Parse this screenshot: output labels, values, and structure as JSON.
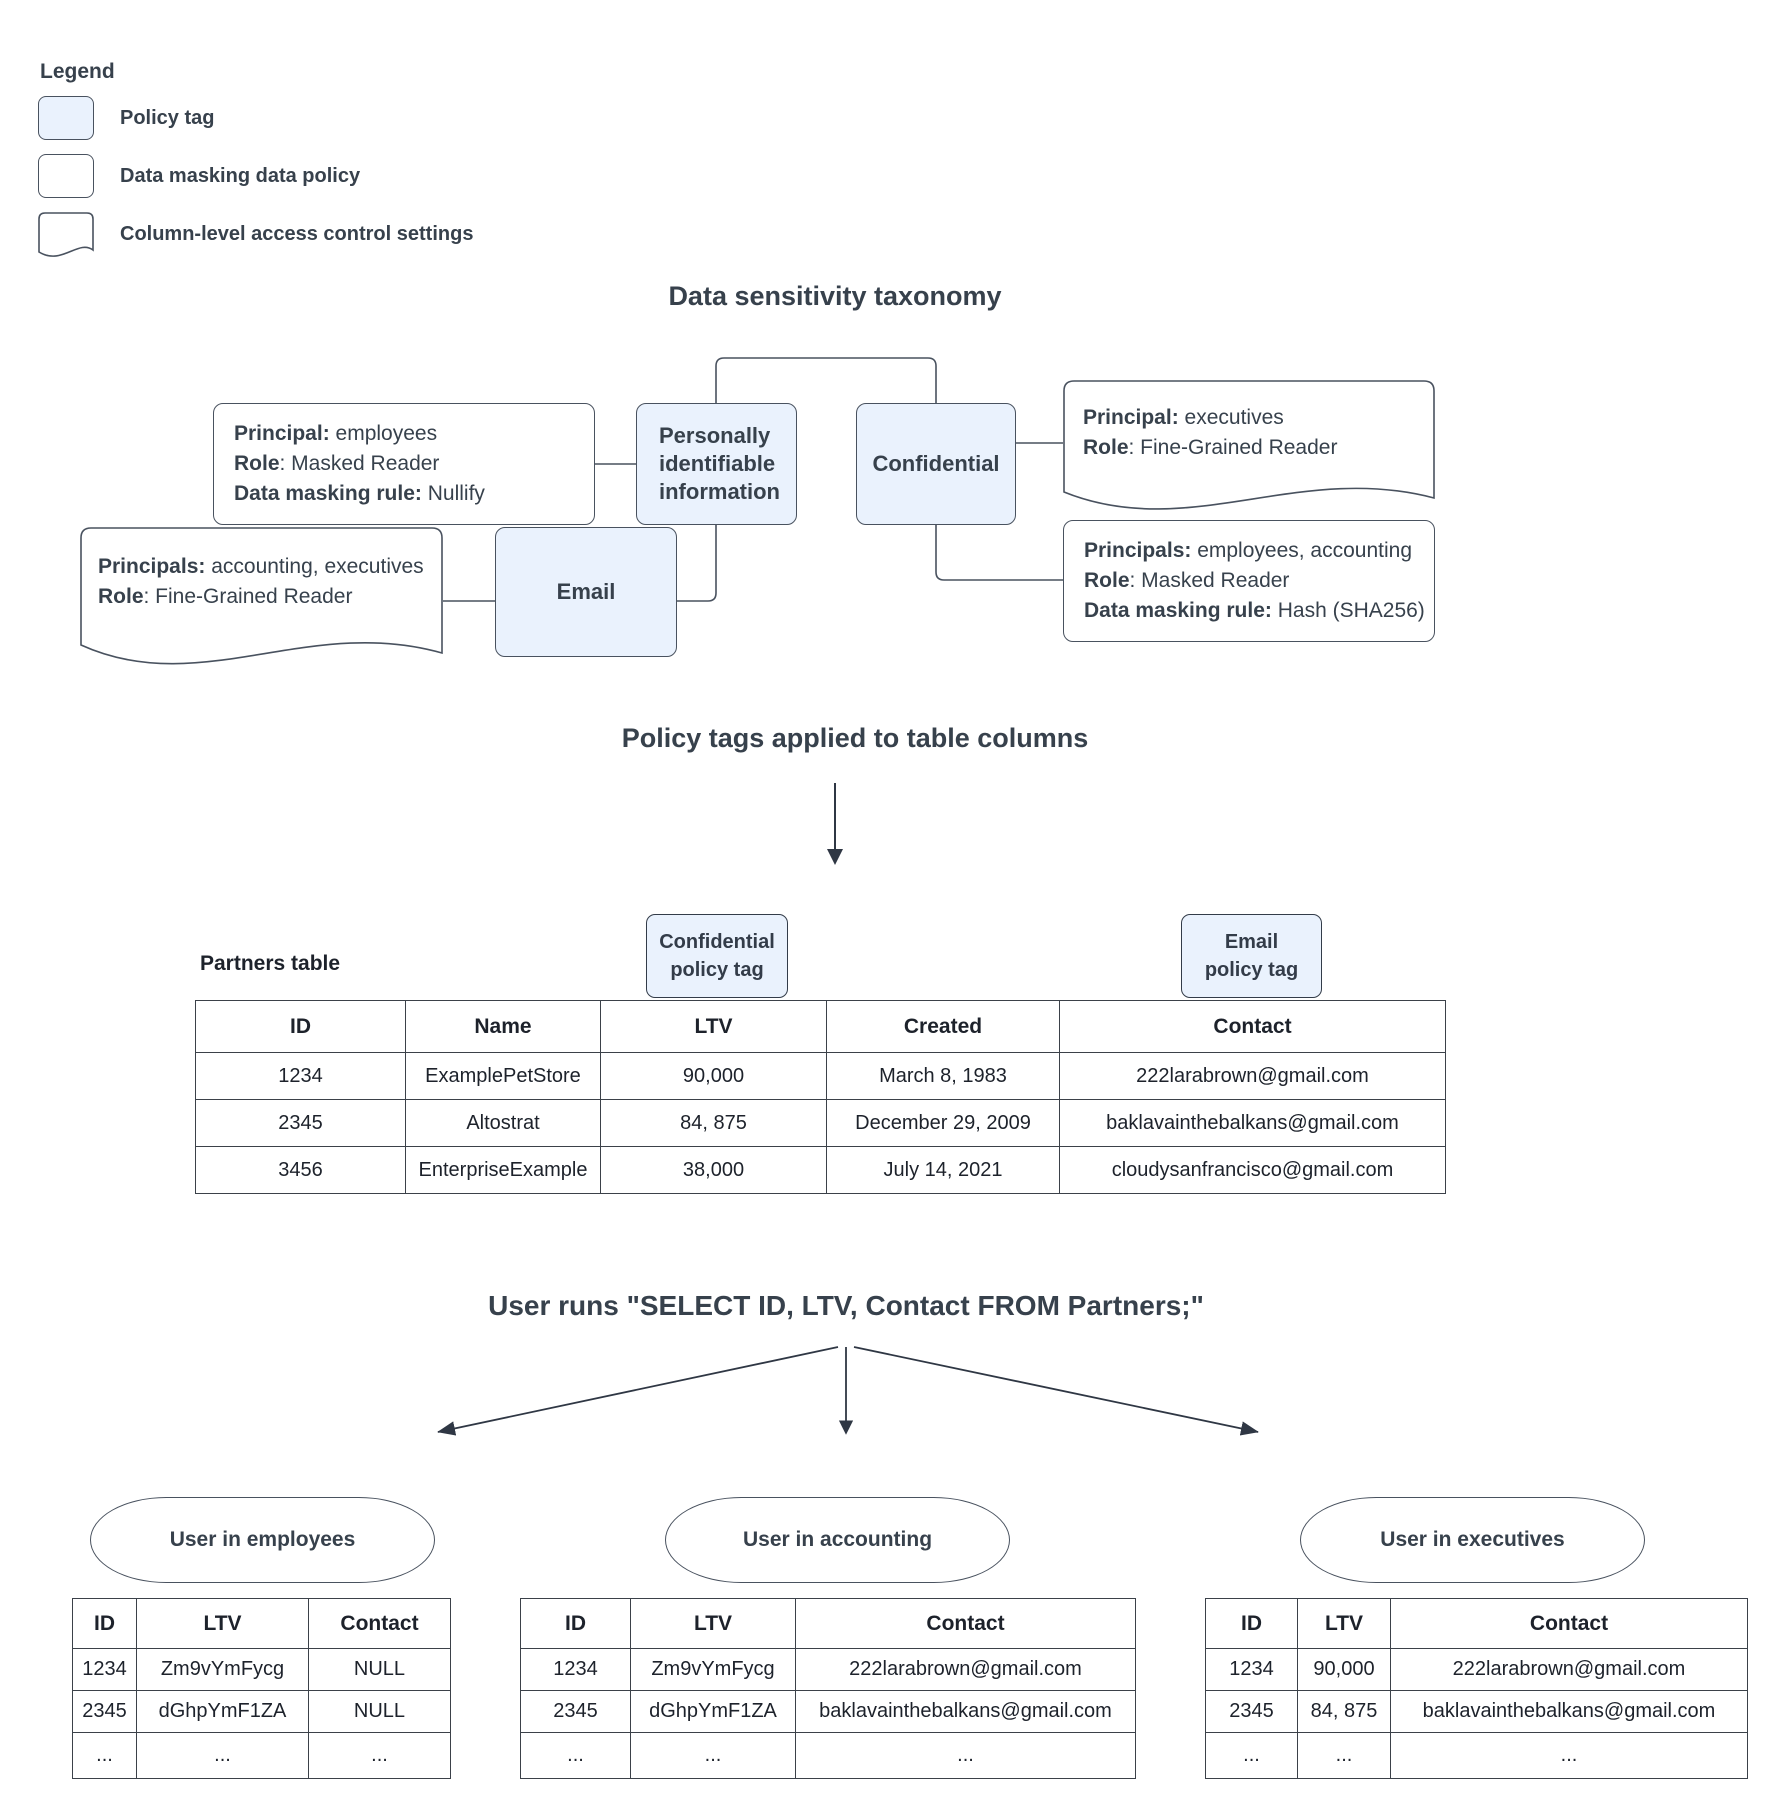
{
  "colors": {
    "policy_tag_fill": "#eaf2fd",
    "shape_stroke": "#49525f",
    "text": "#37414c"
  },
  "legend": {
    "title": "Legend",
    "items": [
      {
        "swatch": "policy-tag-swatch",
        "label": "Policy tag"
      },
      {
        "swatch": "data-masking-policy-swatch",
        "label": "Data masking data policy"
      },
      {
        "swatch": "column-access-control-swatch",
        "label": "Column-level access control settings"
      }
    ]
  },
  "taxonomy": {
    "title": "Data sensitivity taxonomy",
    "nodes": {
      "pii": "Personally identifiable information",
      "confidential": "Confidential",
      "email": "Email"
    },
    "pii_masking_policy": {
      "lines": [
        {
          "b": "Principal:",
          "r": " employees"
        },
        {
          "b": "Role",
          "r": ": Masked Reader"
        },
        {
          "b": "Data masking rule:",
          "r": " Nullify"
        }
      ]
    },
    "confidential_access_settings": {
      "lines": [
        {
          "b": "Principal:",
          "r": " executives"
        },
        {
          "b": "Role",
          "r": ": Fine-Grained Reader"
        }
      ]
    },
    "email_access_settings": {
      "lines": [
        {
          "b": "Principals:",
          "r": " accounting, executives"
        },
        {
          "b": "Role",
          "r": ": Fine-Grained Reader"
        }
      ]
    },
    "confidential_masking_policy": {
      "lines": [
        {
          "b": "Principals:",
          "r": " employees, accounting"
        },
        {
          "b": "Role",
          "r": ": Masked Reader"
        },
        {
          "b": "Data masking rule:",
          "r": " Hash (SHA256)"
        }
      ]
    }
  },
  "applied": {
    "title": "Policy tags applied to table columns",
    "confidential_chip": {
      "line1": "Confidential",
      "line2": "policy tag"
    },
    "email_chip": {
      "line1": "Email",
      "line2": "policy tag"
    }
  },
  "partners": {
    "label": "Partners table",
    "headers": [
      "ID",
      "Name",
      "LTV",
      "Created",
      "Contact"
    ],
    "rows": [
      [
        "1234",
        "ExamplePetStore",
        "90,000",
        "March 8, 1983",
        "222larabrown@gmail.com"
      ],
      [
        "2345",
        "Altostrat",
        "84, 875",
        "December 29, 2009",
        "baklavainthebalkans@gmail.com"
      ],
      [
        "3456",
        "EnterpriseExample",
        "38,000",
        "July 14, 2021",
        "cloudysanfrancisco@gmail.com"
      ]
    ]
  },
  "query": {
    "title": "User runs \"SELECT ID, LTV, Contact FROM Partners;\""
  },
  "results": [
    {
      "user": "User in employees",
      "headers": [
        "ID",
        "LTV",
        "Contact"
      ],
      "rows": [
        [
          "1234",
          "Zm9vYmFycg",
          "NULL"
        ],
        [
          "2345",
          "dGhpYmF1ZA",
          "NULL"
        ],
        [
          "...",
          "...",
          "..."
        ]
      ]
    },
    {
      "user": "User in accounting",
      "headers": [
        "ID",
        "LTV",
        "Contact"
      ],
      "rows": [
        [
          "1234",
          "Zm9vYmFycg",
          "222larabrown@gmail.com"
        ],
        [
          "2345",
          "dGhpYmF1ZA",
          "baklavainthebalkans@gmail.com"
        ],
        [
          "...",
          "...",
          "..."
        ]
      ]
    },
    {
      "user": "User in executives",
      "headers": [
        "ID",
        "LTV",
        "Contact"
      ],
      "rows": [
        [
          "1234",
          "90,000",
          "222larabrown@gmail.com"
        ],
        [
          "2345",
          "84, 875",
          "baklavainthebalkans@gmail.com"
        ],
        [
          "...",
          "...",
          "..."
        ]
      ]
    }
  ]
}
